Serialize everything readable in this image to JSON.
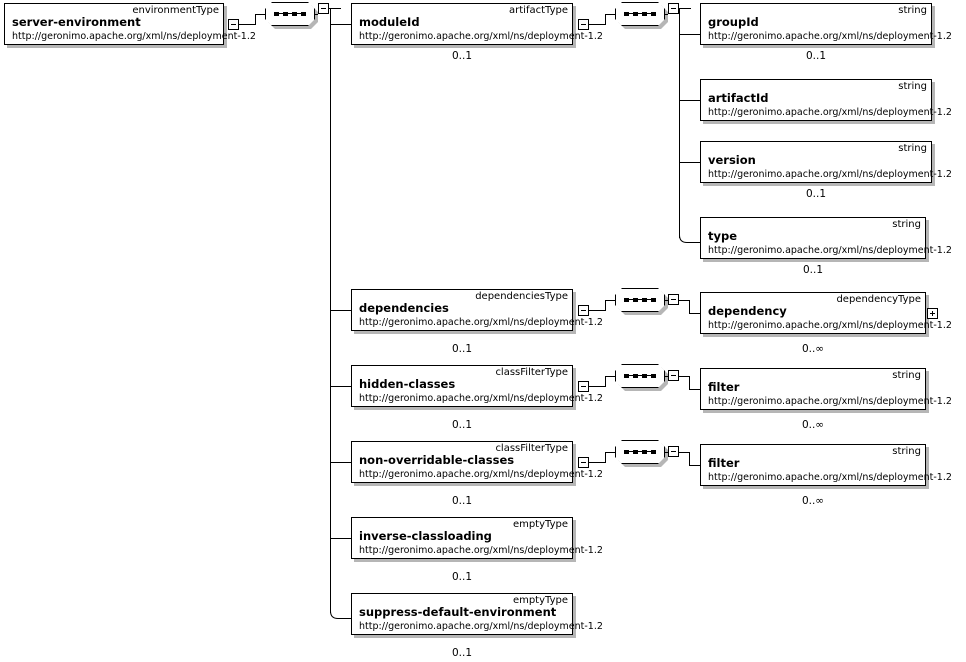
{
  "diagram": {
    "kind": "xml-schema-tree",
    "namespace": "http://geronimo.apache.org/xml/ns/deployment-1.2",
    "root_name": "server-environment"
  },
  "nodes": {
    "server_environment": {
      "name": "server-environment",
      "type": "environmentType",
      "ns": "http://geronimo.apache.org/xml/ns/deployment-1.2",
      "cardinality": ""
    },
    "moduleId": {
      "name": "moduleId",
      "type": "artifactType",
      "ns": "http://geronimo.apache.org/xml/ns/deployment-1.2",
      "cardinality": "0..1"
    },
    "groupId": {
      "name": "groupId",
      "type": "string",
      "ns": "http://geronimo.apache.org/xml/ns/deployment-1.2",
      "cardinality": "0..1"
    },
    "artifactId": {
      "name": "artifactId",
      "type": "string",
      "ns": "http://geronimo.apache.org/xml/ns/deployment-1.2",
      "cardinality": ""
    },
    "version": {
      "name": "version",
      "type": "string",
      "ns": "http://geronimo.apache.org/xml/ns/deployment-1.2",
      "cardinality": "0..1"
    },
    "type": {
      "name": "type",
      "type": "string",
      "ns": "http://geronimo.apache.org/xml/ns/deployment-1.2",
      "cardinality": "0..1"
    },
    "dependencies": {
      "name": "dependencies",
      "type": "dependenciesType",
      "ns": "http://geronimo.apache.org/xml/ns/deployment-1.2",
      "cardinality": "0..1"
    },
    "dependency": {
      "name": "dependency",
      "type": "dependencyType",
      "ns": "http://geronimo.apache.org/xml/ns/deployment-1.2",
      "cardinality": "0..∞"
    },
    "hidden_classes": {
      "name": "hidden-classes",
      "type": "classFilterType",
      "ns": "http://geronimo.apache.org/xml/ns/deployment-1.2",
      "cardinality": "0..1"
    },
    "filter_hidden": {
      "name": "filter",
      "type": "string",
      "ns": "http://geronimo.apache.org/xml/ns/deployment-1.2",
      "cardinality": "0..∞"
    },
    "non_overridable_classes": {
      "name": "non-overridable-classes",
      "type": "classFilterType",
      "ns": "http://geronimo.apache.org/xml/ns/deployment-1.2",
      "cardinality": "0..1"
    },
    "filter_nonoverridable": {
      "name": "filter",
      "type": "string",
      "ns": "http://geronimo.apache.org/xml/ns/deployment-1.2",
      "cardinality": "0..∞"
    },
    "inverse_classloading": {
      "name": "inverse-classloading",
      "type": "emptyType",
      "ns": "http://geronimo.apache.org/xml/ns/deployment-1.2",
      "cardinality": "0..1"
    },
    "suppress_default_environment": {
      "name": "suppress-default-environment",
      "type": "emptyType",
      "ns": "http://geronimo.apache.org/xml/ns/deployment-1.2",
      "cardinality": "0..1"
    }
  },
  "icons": {
    "collapse": "minus-toggle-icon",
    "expand": "plus-toggle-icon",
    "sequence": "sequence-compositor-icon"
  },
  "colors": {
    "line": "#000000",
    "box_fill": "#ffffff",
    "box_border": "#000000",
    "shadow": "#b6b6b6",
    "text": "#000000"
  }
}
